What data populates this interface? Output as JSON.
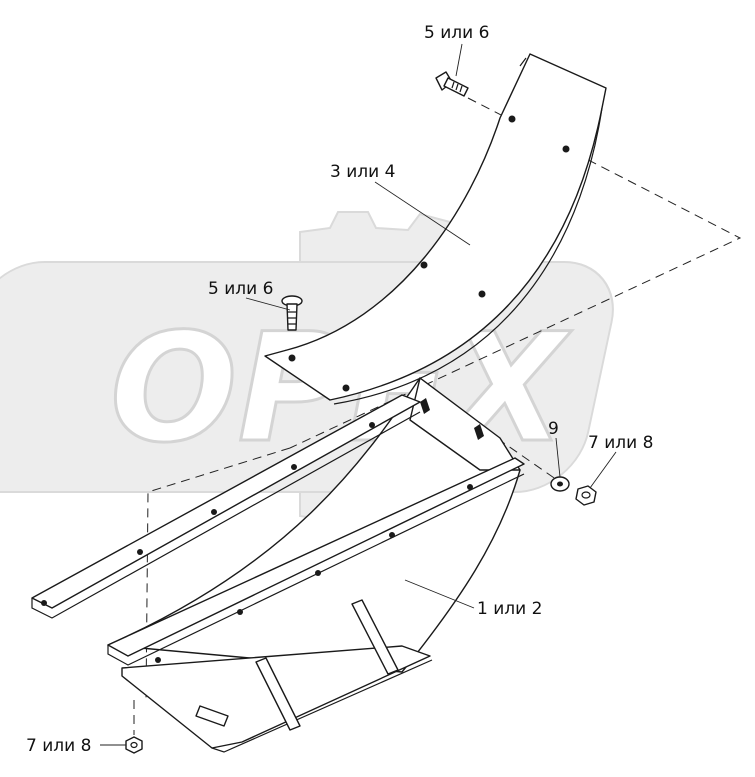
{
  "watermark": {
    "text": "OPEX"
  },
  "callouts": [
    {
      "id": "c1",
      "text": "5 или 6"
    },
    {
      "id": "c2",
      "text": "3 или 4"
    },
    {
      "id": "c3",
      "text": "5 или 6"
    },
    {
      "id": "c4",
      "text": "9"
    },
    {
      "id": "c5",
      "text": "7 или 8"
    },
    {
      "id": "c6",
      "text": "1 или 2"
    },
    {
      "id": "c7",
      "text": "7 или 8"
    }
  ]
}
